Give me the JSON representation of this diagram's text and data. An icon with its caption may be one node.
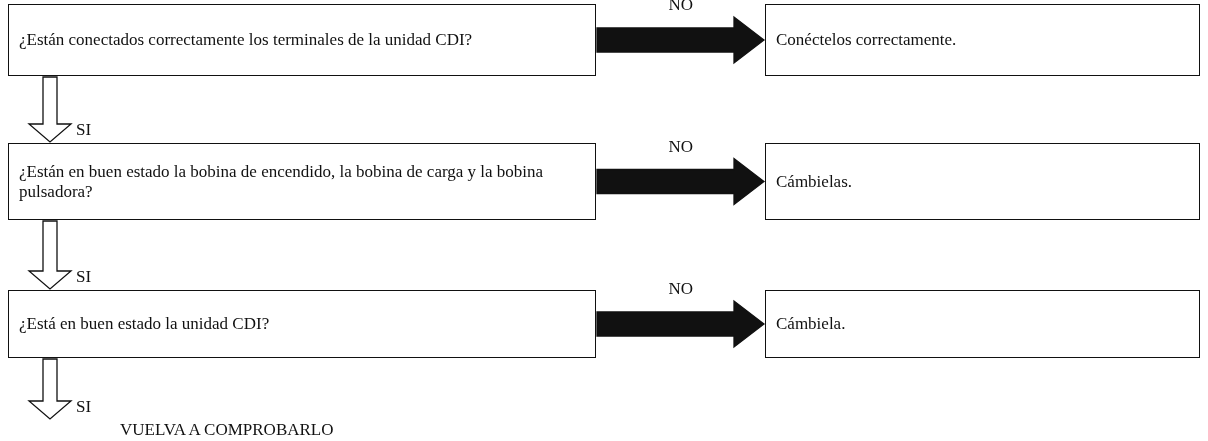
{
  "diagram": {
    "nodes": [
      {
        "text": [
          "¿Están conectados correctamente los terminales de la unidad CDI?"
        ]
      },
      {
        "text": [
          "Conéctelos correctamente."
        ]
      },
      {
        "text": [
          "¿Están en buen estado la bobina de encendido, la bobina de carga y la bobina pulsadora?"
        ]
      },
      {
        "text": [
          "Cámbielas."
        ]
      },
      {
        "text": [
          "¿Está en buen estado la unidad CDI?"
        ]
      },
      {
        "text": [
          "Cámbiela."
        ]
      },
      {
        "text": [
          "VUELVA A COMPROBARLO"
        ]
      }
    ],
    "edges": [
      {
        "from": 0,
        "to": 1,
        "arrow": "to",
        "label": "NO",
        "style": "thick"
      },
      {
        "from": 0,
        "to": 2,
        "arrow": "to",
        "label": "SI"
      },
      {
        "from": 2,
        "to": 3,
        "arrow": "to",
        "label": "NO",
        "style": "thick"
      },
      {
        "from": 2,
        "to": 4,
        "arrow": "to",
        "label": "SI"
      },
      {
        "from": 4,
        "to": 5,
        "arrow": "to",
        "label": "NO",
        "style": "thick"
      },
      {
        "from": 4,
        "to": 6,
        "arrow": "to",
        "label": "SI"
      }
    ]
  }
}
